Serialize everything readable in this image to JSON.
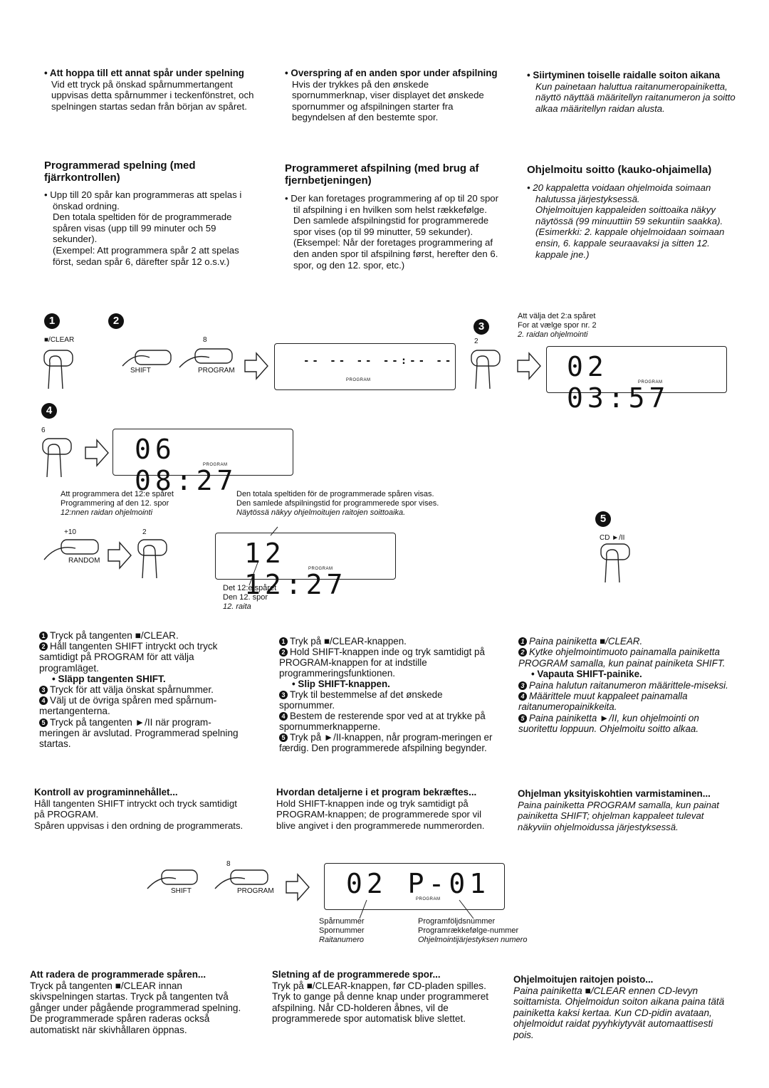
{
  "skip": {
    "sv": {
      "heading": "Att hoppa till ett annat spår under spelning",
      "body": "Vid ett tryck på önskad spårnummertangent uppvisas detta spårnummer i teckenfönstret, och spelningen startas sedan från början av spåret."
    },
    "da": {
      "heading": "Overspring af en anden spor under afspilning",
      "body": "Hvis der trykkes på den ønskede spornummerknap, viser displayet det ønskede spornummer og afspilningen starter fra begyndelsen af den bestemte spor."
    },
    "fi": {
      "heading": "Siirtyminen toiselle raidalle soiton aikana",
      "body": "Kun painetaan haluttua raitanumeropainiketta, näyttö näyttää määritellyn raitanumeron ja soitto alkaa määritellyn raidan alusta."
    }
  },
  "program": {
    "sv": {
      "title": "Programmerad spelning (med fjärrkontrollen)",
      "body": "Upp till 20 spår kan programmeras att spelas i önskad ordning.\nDen totala speltiden för de programmerade spåren visas (upp till 99 minuter och 59 sekunder).\n(Exempel: Att programmera spår 2 att spelas först, sedan spår 6, därefter spår 12 o.s.v.)"
    },
    "da": {
      "title": "Programmeret afspilning (med brug af fjernbetjeningen)",
      "body": "Der kan foretages programmering af op til 20 spor til afspilning i en hvilken som helst rækkefølge.\nDen samlede afspilningstid for programmerede spor vises (op til 99 minutter, 59 sekunder).\n(Eksempel: Når der foretages programmering af den anden spor til afspilning først, herefter den 6. spor, og den 12. spor, etc.)"
    },
    "fi": {
      "title": "Ohjelmoitu soitto (kauko-ohjaimella)",
      "body": "20 kappaletta voidaan ohjelmoida soimaan halutussa järjestyksessä.\nOhjelmoitujen kappaleiden soittoaika näkyy näytössä (99 minuuttiin 59 sekuntiin saakka).\n(Esimerkki: 2. kappale ohjelmoidaan soimaan ensin, 6. kappale seuraavaksi ja sitten 12. kappale jne.)"
    }
  },
  "diagram": {
    "step_nums": [
      "1",
      "2",
      "3",
      "4",
      "5"
    ],
    "clear_label": "■/CLEAR",
    "shift_label": "SHIFT",
    "program_label": "PROGRAM",
    "random_label": "RANDOM",
    "cd_label": "CD ►/II",
    "key8": "8",
    "key2": "2",
    "key6": "6",
    "key10": "+10",
    "key2b": "2",
    "lcd_program_word": "PROGRAM",
    "lcd1": "-- --   -- --:-- --",
    "lcd2": "02  03:57",
    "lcd3": "06  08:27",
    "lcd4": "12  12:27",
    "lcd5": "02  P-01",
    "select2_sv": "Att välja det 2:a spåret",
    "select2_da": "For at vælge spor nr. 2",
    "select2_fi": "2. raidan ohjelmointi",
    "prog12_sv": "Att programmera det 12:e spåret",
    "prog12_da": "Programmering af den 12. spor",
    "prog12_fi": "12:nnen raidan ohjelmointi",
    "total_sv": "Den totala speltiden för de programmerade spåren visas.",
    "total_da": "Den samlede afspilningstid for programmerede spor vises.",
    "total_fi": "Näytössä näkyy ohjelmoitujen raitojen soittoaika.",
    "track12_sv": "Det 12:e spåret",
    "track12_da": "Den 12. spor",
    "track12_fi": "12. raita",
    "tracknum_sv": "Spårnummer",
    "tracknum_da": "Spornummer",
    "tracknum_fi": "Raitanumero",
    "order_sv": "Programföljdsnummer",
    "order_da": "Programrækkefølge-nummer",
    "order_fi": "Ohjelmointijärjestyksen numero"
  },
  "steps": {
    "sv": [
      "Tryck på tangenten ■/CLEAR.",
      "Håll tangenten SHIFT intryckt och tryck samtidigt på PROGRAM för att välja programläget.",
      "Släpp tangenten SHIFT.",
      "Tryck för att välja önskat spårnummer.",
      "Välj ut de övriga spåren med spårnum-mertangenterna.",
      "Tryck på tangenten ►/II när program-meringen är avslutad. Programmerad spelning startas."
    ],
    "da": [
      "Tryk på ■/CLEAR-knappen.",
      "Hold SHIFT-knappen inde og tryk samtidigt på PROGRAM-knappen for at indstille programmeringsfunktionen.",
      "Slip SHIFT-knappen.",
      "Tryk til bestemmelse af det ønskede spornummer.",
      "Bestem de resterende spor ved at at trykke på spornummerknapperne.",
      "Tryk på ►/II-knappen, når program-meringen er færdig. Den programmerede afspilning begynder."
    ],
    "fi": [
      "Paina painiketta ■/CLEAR.",
      "Kytke ohjelmointimuoto painamalla painiketta PROGRAM samalla, kun painat painiketa SHIFT.",
      "Vapauta SHIFT-painike.",
      "Paina halutun raitanumeron määrittele-miseksi.",
      "Määrittele muut kappaleet painamalla raitanumeropainikkeita.",
      "Paina painiketta ►/II, kun ohjelmointi on suoritettu loppuun. Ohjelmoitu soitto alkaa."
    ]
  },
  "check": {
    "sv": {
      "heading": "Kontroll av programinnehållet...",
      "body": "Håll tangenten SHIFT intryckt och tryck samtidigt på PROGRAM.\nSpåren uppvisas i den ordning de programmerats."
    },
    "da": {
      "heading": "Hvordan detaljerne i et program bekræftes...",
      "body": "Hold SHIFT-knappen inde og tryk samtidigt på PROGRAM-knappen; de programmerede spor vil blive angivet i den programmerede nummerorden."
    },
    "fi": {
      "heading": "Ohjelman yksityiskohtien varmistaminen...",
      "body": "Paina painiketta PROGRAM samalla, kun painat painiketta SHIFT; ohjelman kappaleet tulevat näkyviin ohjelmoidussa järjestyksessä."
    }
  },
  "clear": {
    "sv": {
      "heading": "Att radera de programmerade spåren...",
      "body": "Tryck på tangenten ■/CLEAR innan skivspelningen startas. Tryck på tangenten två gånger under pågående programmerad spelning. De programmerade spåren raderas också automatiskt när skivhållaren öppnas."
    },
    "da": {
      "heading": "Sletning af de programmerede spor...",
      "body": "Tryk på ■/CLEAR-knappen, før CD-pladen spilles. Tryk to gange på denne knap under programmeret afspilning. Når CD-holderen åbnes, vil de programmerede spor automatisk blive slettet."
    },
    "fi": {
      "heading": "Ohjelmoitujen raitojen poisto...",
      "body": "Paina painiketta ■/CLEAR ennen CD-levyn soittamista. Ohjelmoidun soiton aikana paina tätä painiketta kaksi kertaa. Kun CD-pidin avataan, ohjelmoidut raidat pyyhkiytyvät automaattisesti pois."
    }
  }
}
